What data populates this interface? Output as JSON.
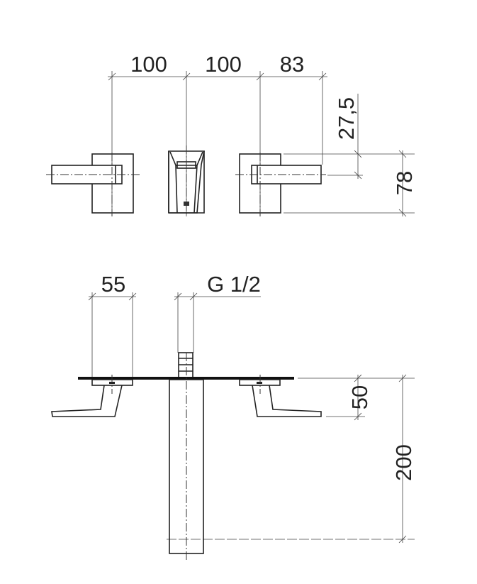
{
  "top_view": {
    "dimensions": {
      "spacing_1": "100",
      "spacing_2": "100",
      "handle_reach": "83",
      "handle_offset": "27,5",
      "plate_height": "78"
    }
  },
  "side_view": {
    "dimensions": {
      "base_width": "55",
      "thread": "G 1/2",
      "handle_depth": "50",
      "spout_length": "200"
    }
  },
  "colors": {
    "line": "#222222",
    "background": "#ffffff"
  }
}
